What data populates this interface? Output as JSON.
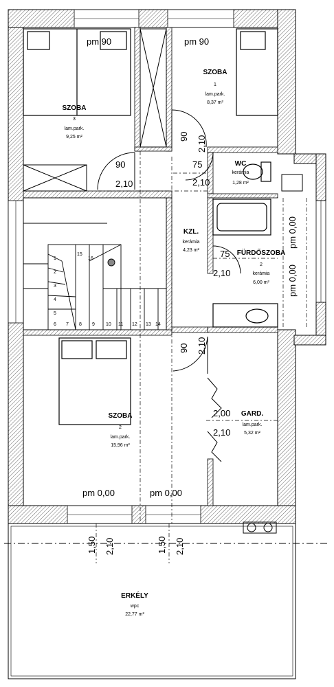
{
  "rooms": {
    "szoba1": {
      "name": "SZOBA",
      "num": "1",
      "floor": "lam.park.",
      "area": "8,37 m²"
    },
    "szoba3": {
      "name": "SZOBA",
      "num": "3",
      "floor": "lam.park.",
      "area": "9,25 m²"
    },
    "wc": {
      "name": "WC",
      "floor": "kerámia",
      "area": "1,28 m²"
    },
    "kzl": {
      "name": "KZL.",
      "floor": "kerámia",
      "area": "4,23 m²"
    },
    "furdo": {
      "name": "FÜRDŐSZOBA",
      "num": "2",
      "floor": "kerámia",
      "area": "6,00 m²"
    },
    "szoba2": {
      "name": "SZOBA",
      "num": "2",
      "floor": "lam.park.",
      "area": "15,96 m²"
    },
    "gard": {
      "name": "GARD.",
      "floor": "lam.park.",
      "area": "5,32 m²"
    },
    "erkely": {
      "name": "ERKÉLY",
      "floor": "wpc",
      "area": "22,77 m²"
    }
  },
  "labels": {
    "pm90_a": "pm 90",
    "pm90_b": "pm 90",
    "d90_a": "90",
    "d210_a": "2,10",
    "d90_b": "90",
    "d210_b": "2,10",
    "d75_a": "75",
    "d210_c": "2,10",
    "d75_b": "75",
    "d210_d": "2,10",
    "d90_c": "90",
    "d210_e": "2,10",
    "d200": "2,00",
    "d210_f": "2,10",
    "pm000_a": "pm 0,00",
    "pm000_b": "pm 0,00",
    "pm000_c": "pm 0,00",
    "pm000_d": "pm 0,00",
    "d150_a": "1,50",
    "d210_g": "2,10",
    "d150_b": "1,50",
    "d210_h": "2,10"
  },
  "stairs": {
    "steps": [
      "1",
      "2",
      "3",
      "4",
      "5",
      "6",
      "7",
      "8",
      "9",
      "10",
      "11",
      "12",
      "13",
      "14",
      "15",
      "16"
    ]
  }
}
